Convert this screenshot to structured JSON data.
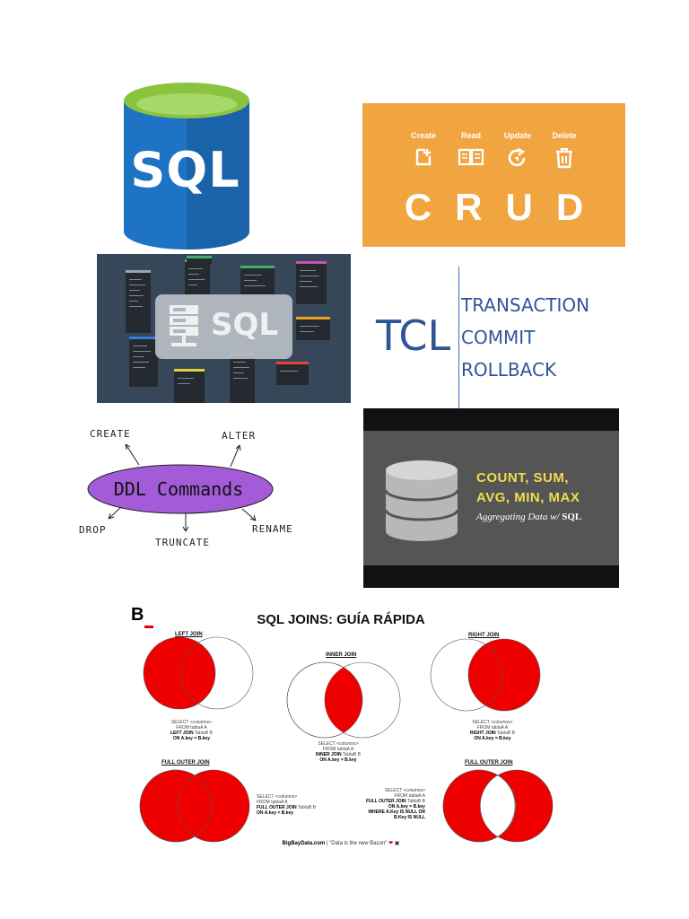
{
  "sql_logo": {
    "text": "SQL",
    "colors": {
      "body": "#1e73c4",
      "top": "#8ac43f"
    }
  },
  "crud": {
    "background": "#f0a541",
    "ops": [
      {
        "label": "Create",
        "icon": "add-file-icon"
      },
      {
        "label": "Read",
        "icon": "open-book-icon"
      },
      {
        "label": "Update",
        "icon": "refresh-icon"
      },
      {
        "label": "Delete",
        "icon": "trash-icon"
      }
    ],
    "big": "CRUD"
  },
  "schema": {
    "text": "SQL",
    "icon": "server-rack-icon"
  },
  "tcl": {
    "title": "TCL",
    "items": [
      "TRANSACTION",
      "COMMIT",
      "ROLLBACK"
    ]
  },
  "ddl": {
    "center": "DDL Commands",
    "create": "CREATE",
    "alter": "ALTER",
    "drop": "DROP",
    "truncate": "TRUNCATE",
    "rename": "RENAME",
    "ellipse_color": "#a35bd8"
  },
  "agg": {
    "line1": "COUNT, SUM,",
    "line2": "AVG, MIN, MAX",
    "sub_prefix": "Aggregating Data w/ ",
    "sub_sql": "SQL"
  },
  "joins": {
    "logo": "B",
    "title": "SQL JOINS: GUÍA RÁPIDA",
    "left": {
      "label": "LEFT JOIN",
      "code1": "SELECT <columns>",
      "code2": "FROM tablaA A",
      "code3_b": "LEFT JOIN",
      "code3": " TablaB B",
      "code4": "ON A.key = B.key"
    },
    "inner": {
      "label": "INNER JOIN",
      "code1": "SELECT <columns>",
      "code2": "FROM tablaA A",
      "code3_b": "INNER JOIN",
      "code3": " TablaB B",
      "code4": "ON A.key = B.key"
    },
    "right": {
      "label": "RIGHT JOIN",
      "code1": "SELECT <columns>",
      "code2": "FROM tablaA A",
      "code3_b": "RIGHT JOIN",
      "code3": " TablaB B",
      "code4": "ON A.key = B.key"
    },
    "full": {
      "label": "FULL OUTER JOIN",
      "code1": "SELECT <columns>",
      "code2": "FROM tablaA A",
      "code3_b": "FULL OUTER JOIN",
      "code3": " TablaB B",
      "code4": "ON A.key = B.key"
    },
    "full_excl": {
      "label": "FULL OUTER JOIN",
      "code1": "SELECT <columns>",
      "code2": "FROM tablaA A",
      "code3_b": "FULL OUTER JOIN",
      "code3": " TablaB B",
      "code4": "ON A.key = B.key",
      "code5": "WHERE A.Key IS NULL OR",
      "code6": "B.Key IS NULL"
    },
    "footer_site": "BigBayData.com",
    "footer_text": " | \"Data is the new Bacon\"",
    "fill_color": "#ee0000"
  }
}
